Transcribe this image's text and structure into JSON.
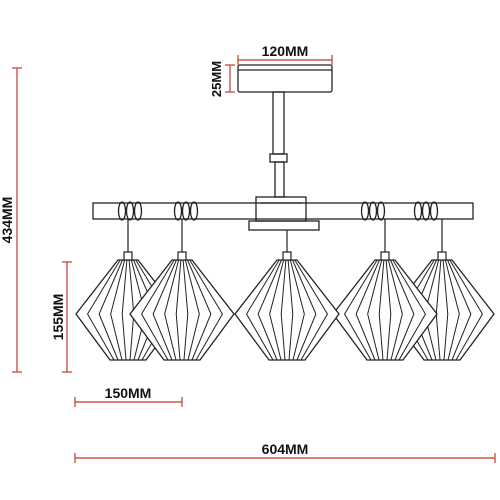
{
  "dimensions": {
    "canopy_width": "120MM",
    "canopy_height": "25MM",
    "total_height": "434MM",
    "shade_height": "155MM",
    "shade_width": "150MM",
    "total_width": "604MM"
  },
  "colors": {
    "dimension_line": "#c0392b",
    "drawing_line": "#222222",
    "text": "#111111"
  }
}
